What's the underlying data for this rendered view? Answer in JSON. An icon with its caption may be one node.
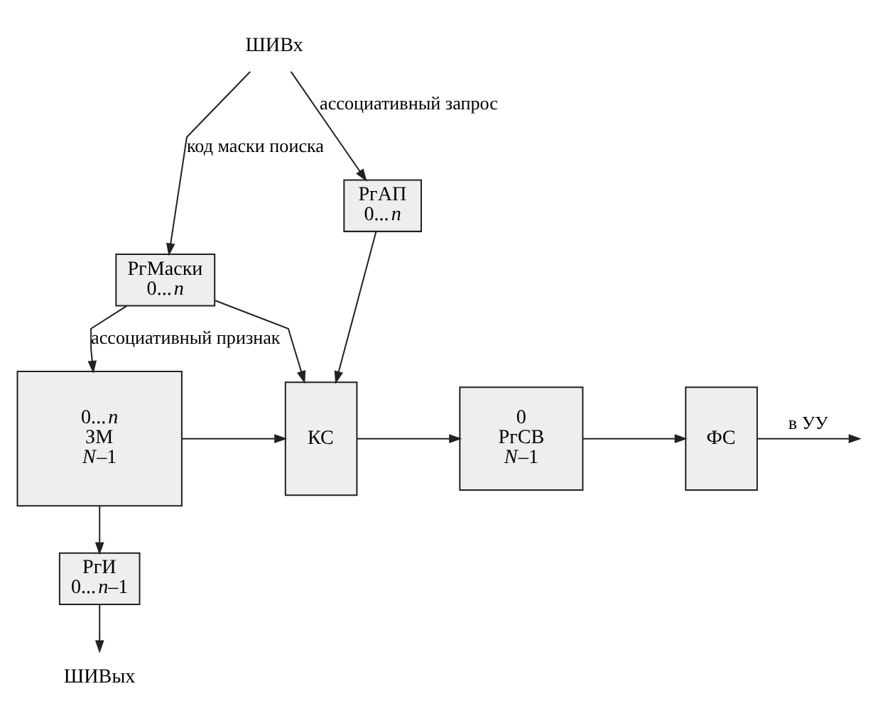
{
  "diagram": {
    "nodes": [
      {
        "text": [
          "ШИВх"
        ]
      },
      {
        "text": [
          "РгАП",
          "0...*n*"
        ]
      },
      {
        "text": [
          "РгМаски",
          "0...*n*"
        ]
      },
      {
        "text": [
          "0...*n*",
          "ЗМ",
          "*N*–1"
        ]
      },
      {
        "text": [
          "КС"
        ]
      },
      {
        "text": [
          "0",
          "РгСВ",
          "*N*–1"
        ]
      },
      {
        "text": [
          "ФС"
        ]
      },
      {
        "text": [
          "РгИ",
          "0...*n*–1"
        ]
      },
      {
        "text": [
          "ШИВых"
        ]
      }
    ],
    "edges": [
      {
        "from": 0,
        "to": 1,
        "arrow": "to",
        "label": "ассоциативный запрос"
      },
      {
        "from": 0,
        "to": 2,
        "arrow": "to",
        "label": "код маски поиска"
      },
      {
        "from": 1,
        "to": 4,
        "arrow": "to"
      },
      {
        "from": 2,
        "to": 3,
        "arrow": "to",
        "label": "ассоциативный признак"
      },
      {
        "from": 2,
        "to": 4,
        "arrow": "to"
      },
      {
        "from": 3,
        "to": 4,
        "arrow": "to"
      },
      {
        "from": 4,
        "to": 5,
        "arrow": "to"
      },
      {
        "from": 5,
        "to": 6,
        "arrow": "to"
      },
      {
        "from": 6,
        "to": null,
        "arrow": "to",
        "label": "в УУ"
      },
      {
        "from": 3,
        "to": 7,
        "arrow": "to"
      },
      {
        "from": 7,
        "to": 8,
        "arrow": "to"
      }
    ]
  }
}
